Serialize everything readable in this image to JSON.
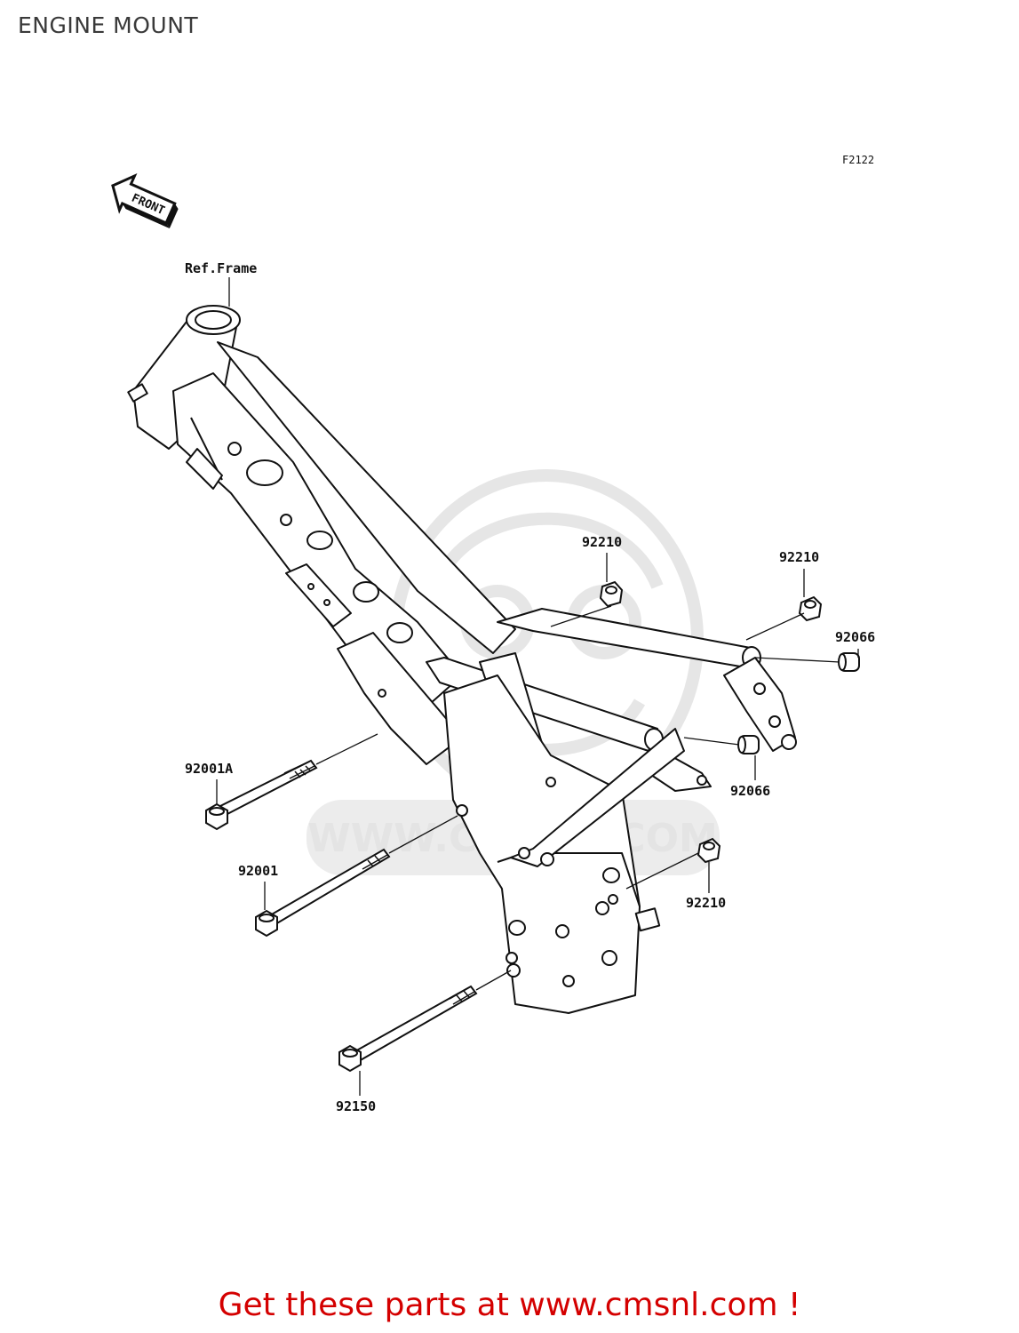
{
  "title": "ENGINE MOUNT",
  "figure_code": "F2122",
  "front_label": "FRONT",
  "ref_label": "Ref.Frame",
  "watermark": "WWW.CMSNL.COM",
  "parts": {
    "nut_top_left": "92210",
    "nut_top_right": "92210",
    "nut_lower_right": "92210",
    "collar_upper": "92066",
    "collar_lower": "92066",
    "bolt_a": "92001A",
    "bolt_b": "92001",
    "bolt_c": "92150"
  },
  "footer": "Get these parts at www.cmsnl.com !"
}
